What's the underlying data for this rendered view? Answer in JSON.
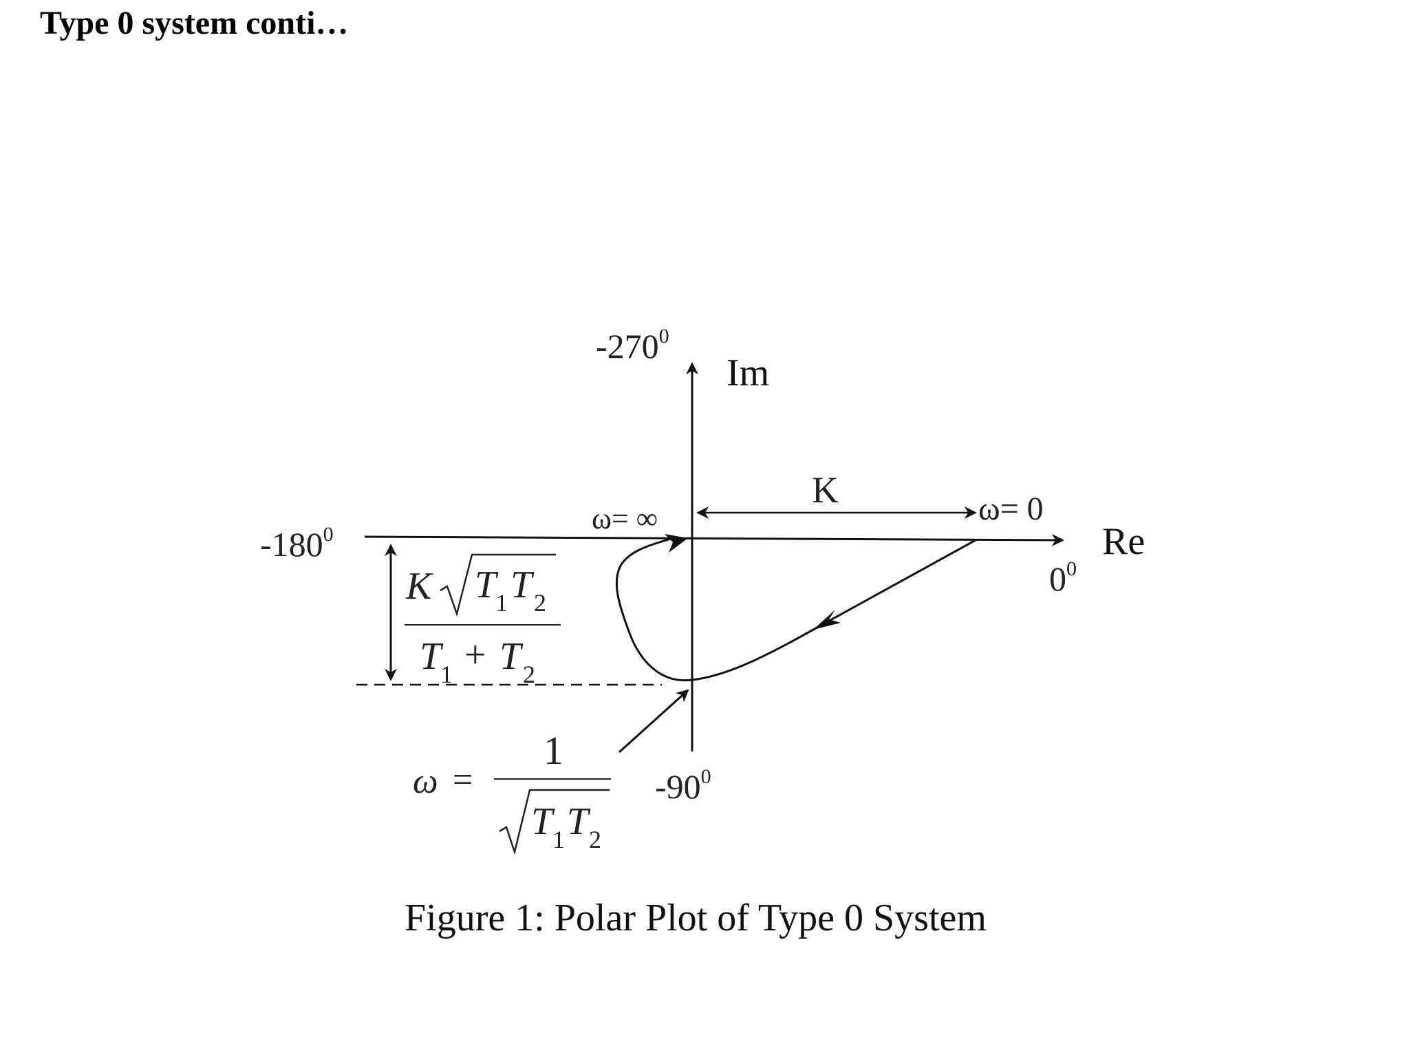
{
  "title": "Type 0 system conti…",
  "figure": {
    "caption": "Figure 1: Polar Plot of Type 0 System",
    "axes": {
      "real_label": "Re",
      "imag_label": "Im",
      "angle_top": "-270",
      "angle_left": "-180",
      "angle_bottom": "-90",
      "angle_right": "0",
      "degree_mark": "0"
    },
    "labels": {
      "omega_infinity": "ω= ∞",
      "omega_zero": "ω= 0",
      "gain": "K"
    },
    "intercept_formula": {
      "numerator_k": "K",
      "numerator_t1": "T",
      "numerator_sub1": "1",
      "numerator_t2": "T",
      "numerator_sub2": "2",
      "denominator_t1": "T",
      "denominator_sub1": "1",
      "denominator_plus": "+",
      "denominator_t2": "T",
      "denominator_sub2": "2"
    },
    "frequency_formula": {
      "omega": "ω",
      "equals": "=",
      "numerator": "1",
      "den_t1": "T",
      "den_sub1": "1",
      "den_t2": "T",
      "den_sub2": "2"
    }
  }
}
